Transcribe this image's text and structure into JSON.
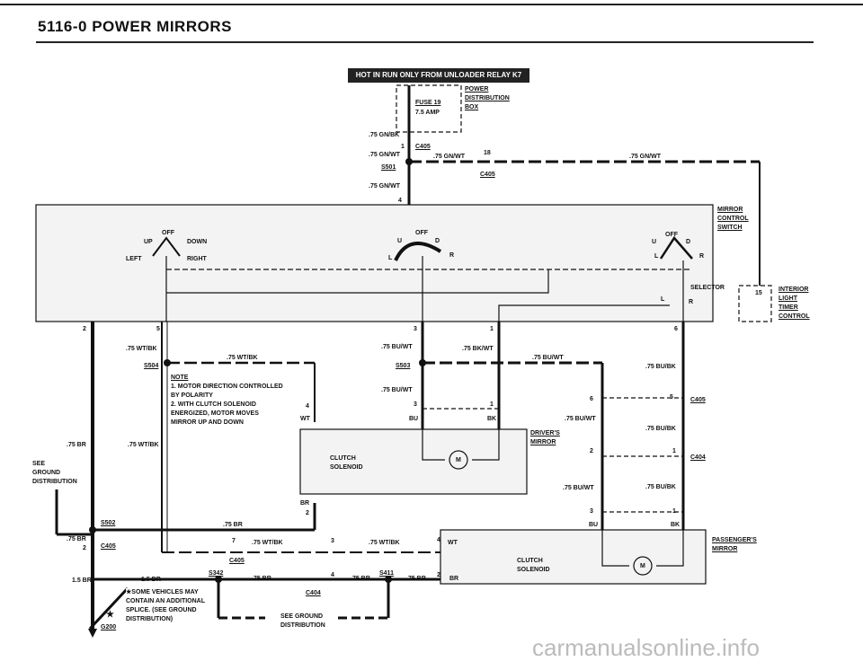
{
  "page": {
    "title": "5116-0  POWER MIRRORS"
  },
  "banner": "HOT IN RUN ONLY FROM UNLOADER RELAY K7",
  "fuse_box": {
    "fuse": "FUSE 19",
    "rating": "7.5 AMP",
    "box_line1": "POWER",
    "box_line2": "DISTRIBUTION",
    "box_line3": "BOX"
  },
  "connectors": {
    "c405": "C405",
    "c404": "C404",
    "s501": "S501",
    "s502": "S502",
    "s503": "S503",
    "s504": "S504",
    "s342": "S342",
    "s411": "S411",
    "g200": "G200"
  },
  "wires": {
    "gn_bk": ".75 GN/BK",
    "gn_wt": ".75 GN/WT",
    "bu_wt": ".75 BU/WT",
    "bk_wt": ".75 BK/WT",
    "wt_bk": ".75 WT/BK",
    "br": ".75 BR",
    "br15": "1.5 BR",
    "bu_bk": ".75 BU/BK"
  },
  "pins": {
    "p1": "1",
    "p2": "2",
    "p3": "3",
    "p4": "4",
    "p5": "5",
    "p6": "6",
    "p7": "7",
    "p18": "18",
    "p15": "15"
  },
  "switch": {
    "label_line1": "MIRROR",
    "label_line2": "CONTROL",
    "label_line3": "SWITCH",
    "up": "UP",
    "off": "OFF",
    "down": "DOWN",
    "left": "LEFT",
    "right": "RIGHT",
    "u": "U",
    "d": "D",
    "l": "L",
    "r": "R",
    "selector": "SELECTOR"
  },
  "interior_light": {
    "line1": "INTERIOR",
    "line2": "LIGHT",
    "line3": "TIMER",
    "line4": "CONTROL"
  },
  "note": {
    "l1": "NOTE",
    "l2": "1. MOTOR DIRECTION CONTROLLED",
    "l3": "BY POLARITY",
    "l4": "2. WITH CLUTCH SOLENOID",
    "l5": "ENERGIZED, MOTOR MOVES",
    "l6": "MIRROR UP AND DOWN"
  },
  "mirrors": {
    "driver_line1": "DRIVER'S",
    "driver_line2": "MIRROR",
    "passenger_line1": "PASSENGER'S",
    "passenger_line2": "MIRROR",
    "clutch": "CLUTCH",
    "solenoid": "SOLENOID",
    "motor": "M"
  },
  "colors_short": {
    "wt": "WT",
    "bu": "BU",
    "bk": "BK",
    "br": "BR"
  },
  "ground": {
    "see": "SEE",
    "ground": "GROUND",
    "distribution": "DISTRIBUTION",
    "see_ground": "SEE GROUND",
    "distribution2": "DISTRIBUTION"
  },
  "splice_note": {
    "l1": "★SOME VEHICLES MAY",
    "l2": "CONTAIN AN ADDITIONAL",
    "l3": "SPLICE. (SEE GROUND",
    "l4": "DISTRIBUTION)"
  },
  "star": "★",
  "watermark": "carmanualsonline.info"
}
